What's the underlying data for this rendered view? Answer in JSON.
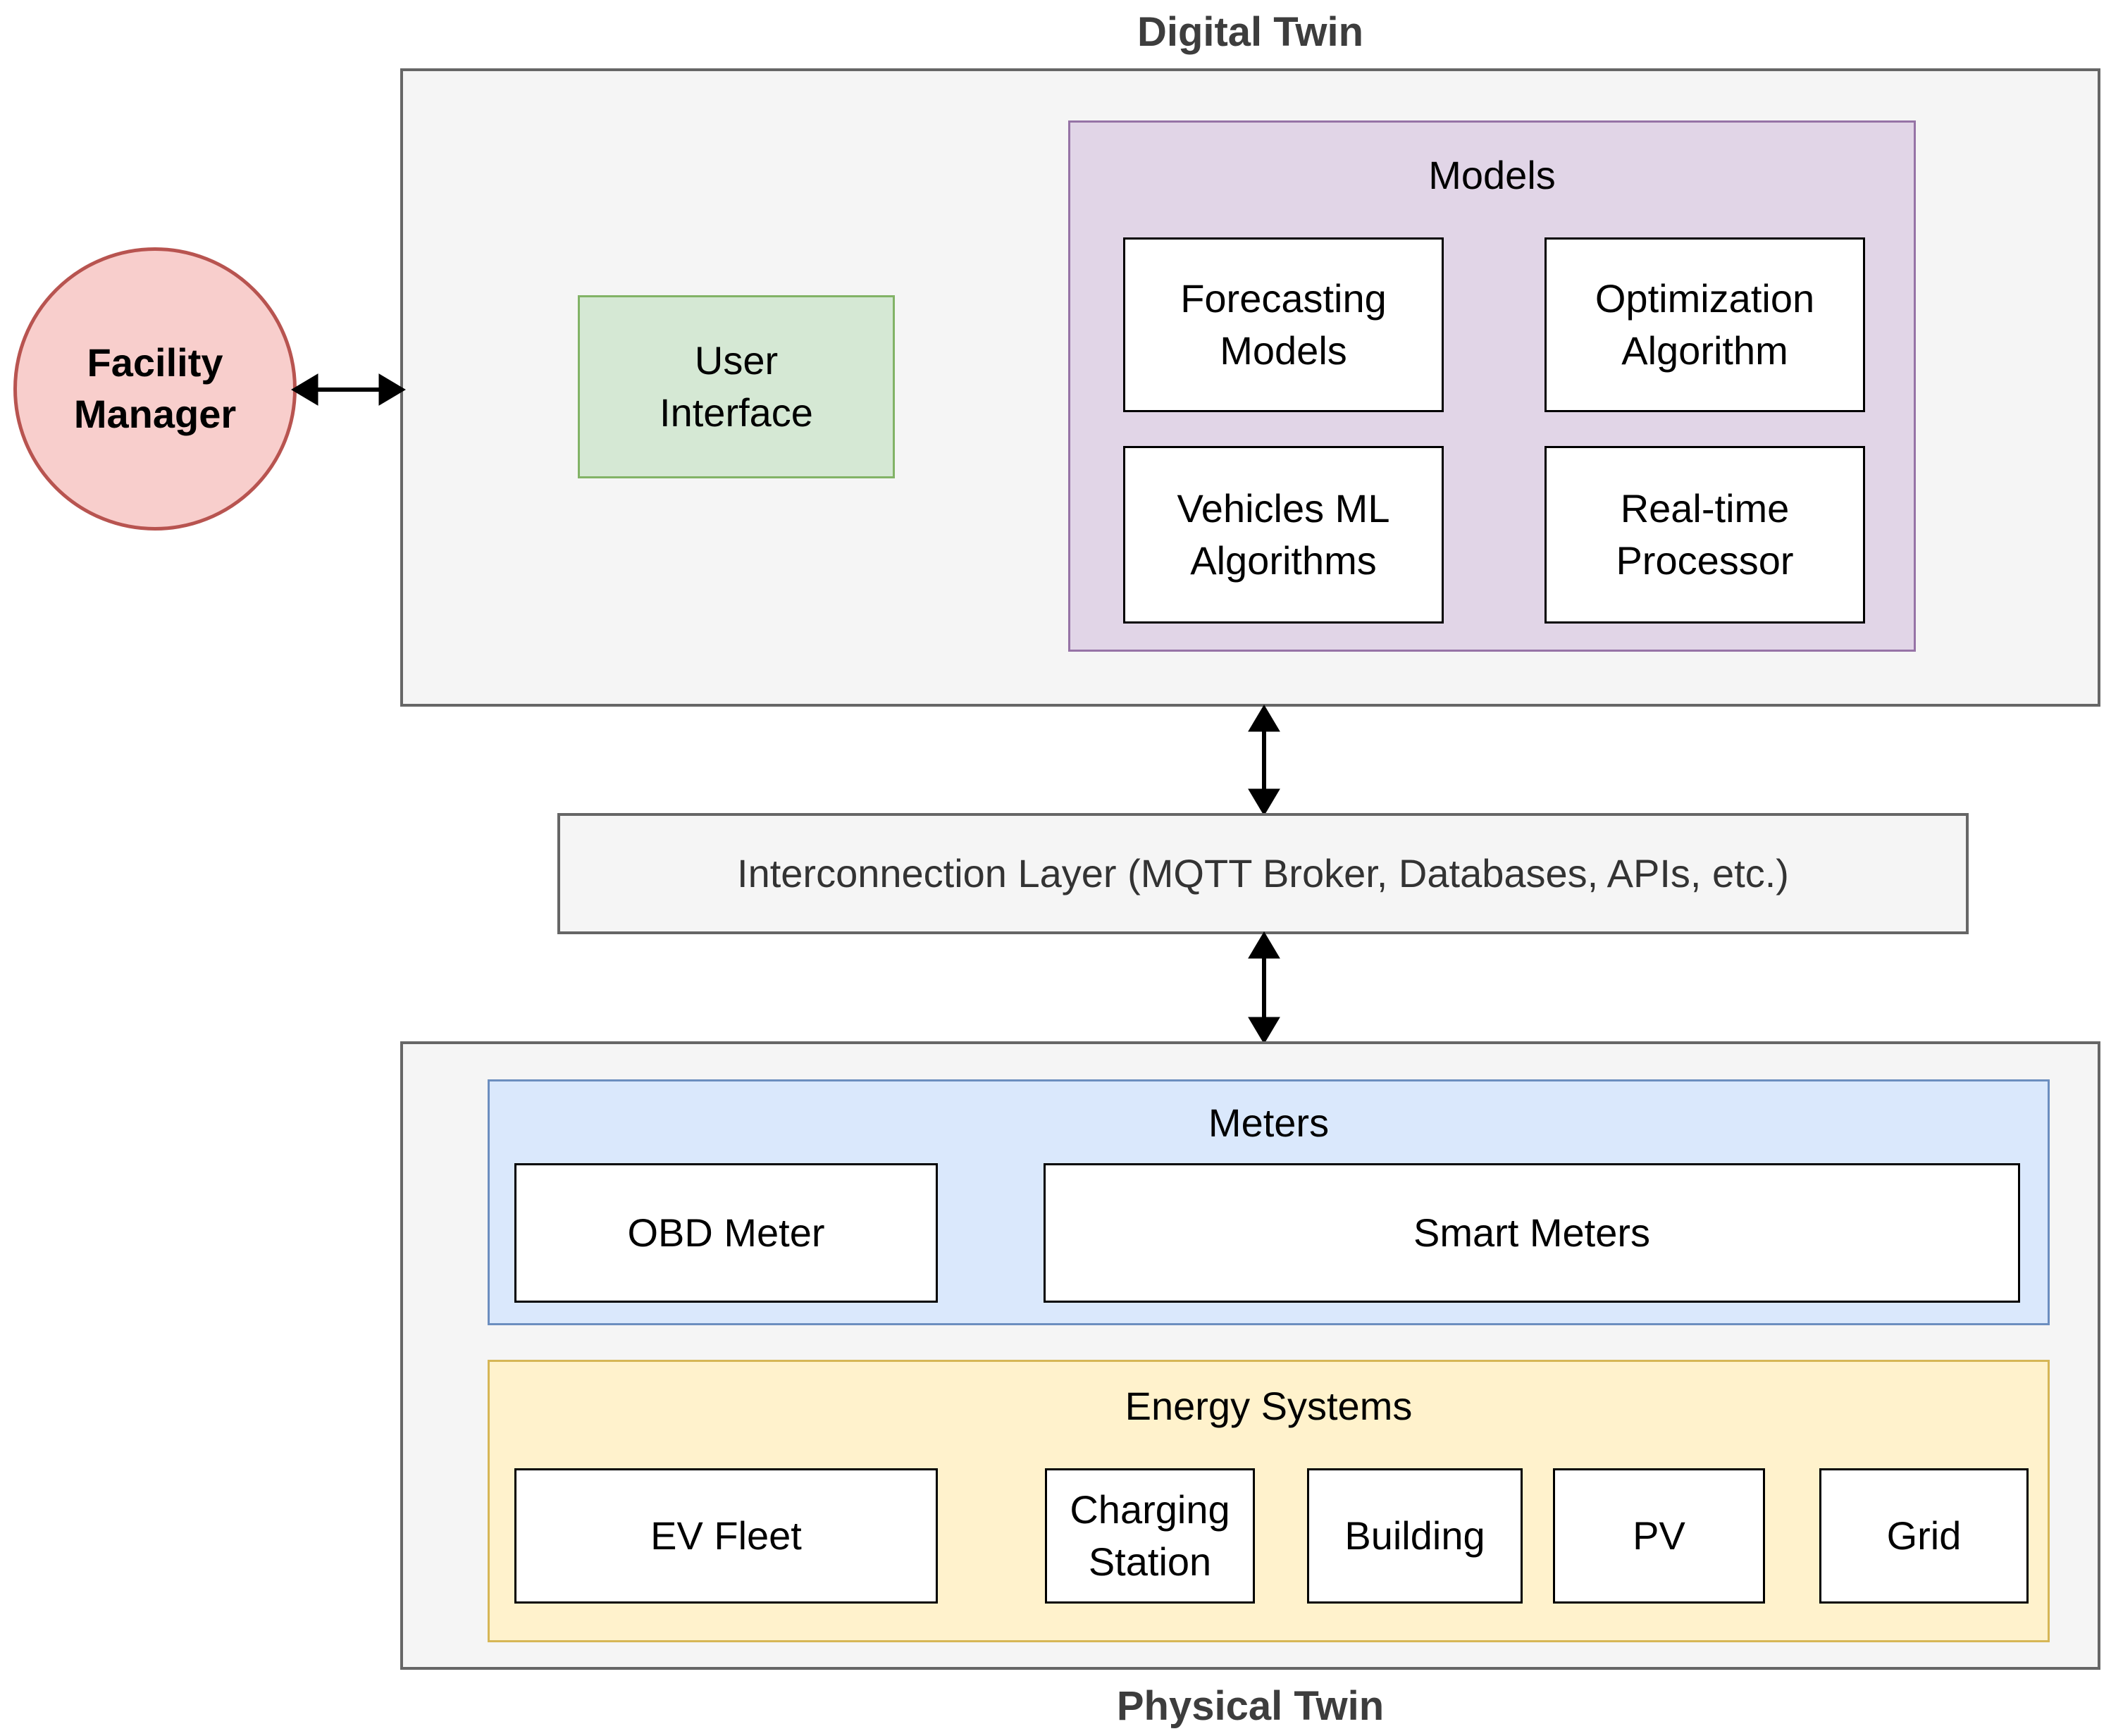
{
  "titles": {
    "digital_twin": "Digital Twin",
    "physical_twin": "Physical Twin"
  },
  "actors": {
    "facility_manager": "Facility Manager"
  },
  "digital_twin": {
    "user_interface": "User Interface",
    "models": {
      "label": "Models",
      "items": [
        "Forecasting Models",
        "Optimization Algorithm",
        "Vehicles ML Algorithms",
        "Real-time Processor"
      ]
    }
  },
  "interconnection": {
    "label": "Interconnection Layer (MQTT Broker, Databases, APIs, etc.)"
  },
  "physical_twin": {
    "meters": {
      "label": "Meters",
      "items": [
        "OBD Meter",
        "Smart Meters"
      ]
    },
    "energy_systems": {
      "label": "Energy Systems",
      "items": [
        "EV Fleet",
        "Charging Station",
        "Building",
        "PV",
        "Grid"
      ]
    }
  },
  "icons": {
    "facility_digital_connector": "horizontal-double-arrow",
    "digital_interconnection_connector": "vertical-double-arrow",
    "interconnection_physical_connector": "vertical-double-arrow"
  },
  "colors": {
    "container_fill": "#F5F5F5",
    "container_border": "#666666",
    "facility_fill": "#F8CECC",
    "facility_border": "#B85450",
    "user_interface_fill": "#D5E8D4",
    "user_interface_border": "#82B366",
    "models_fill": "#E1D5E7",
    "models_border": "#9673A6",
    "meters_fill": "#DAE8FC",
    "meters_border": "#6C8EBF",
    "energy_fill": "#FFF2CC",
    "energy_border": "#D6B656",
    "node_fill": "#FFFFFF",
    "node_border": "#000000",
    "arrow": "#000000",
    "title_text": "#3D3D3D"
  }
}
